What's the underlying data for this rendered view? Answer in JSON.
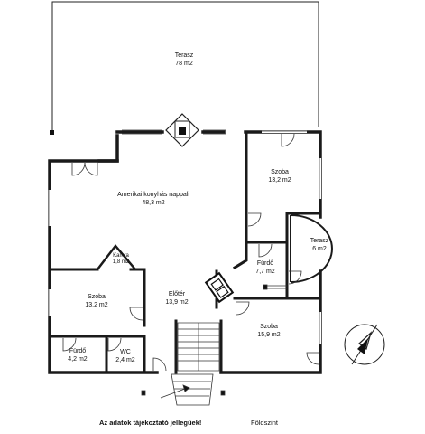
{
  "rooms": [
    {
      "id": "terrace-main",
      "name": "Terasz",
      "area": "78 m2"
    },
    {
      "id": "living",
      "name": "Amerikai konyhás nappali",
      "area": "48,3 m2"
    },
    {
      "id": "room-ne",
      "name": "Szoba",
      "area": "13,2 m2"
    },
    {
      "id": "terrace-small",
      "name": "Terasz",
      "area": "6 m2"
    },
    {
      "id": "pantry",
      "name": "Kamra",
      "area": "1,8 m2"
    },
    {
      "id": "bath-e",
      "name": "Fürdő",
      "area": "7,7 m2"
    },
    {
      "id": "room-w",
      "name": "Szoba",
      "area": "13,2 m2"
    },
    {
      "id": "hall",
      "name": "Előtér",
      "area": "13,9 m2"
    },
    {
      "id": "room-se",
      "name": "Szoba",
      "area": "15,9 m2"
    },
    {
      "id": "bath-w",
      "name": "Fürdő",
      "area": "4,2 m2"
    },
    {
      "id": "wc",
      "name": "WC",
      "area": "2,4 m2"
    }
  ],
  "footer": {
    "disclaimer": "Az adatok tájékoztató jellegűek!",
    "level": "Földszint"
  }
}
